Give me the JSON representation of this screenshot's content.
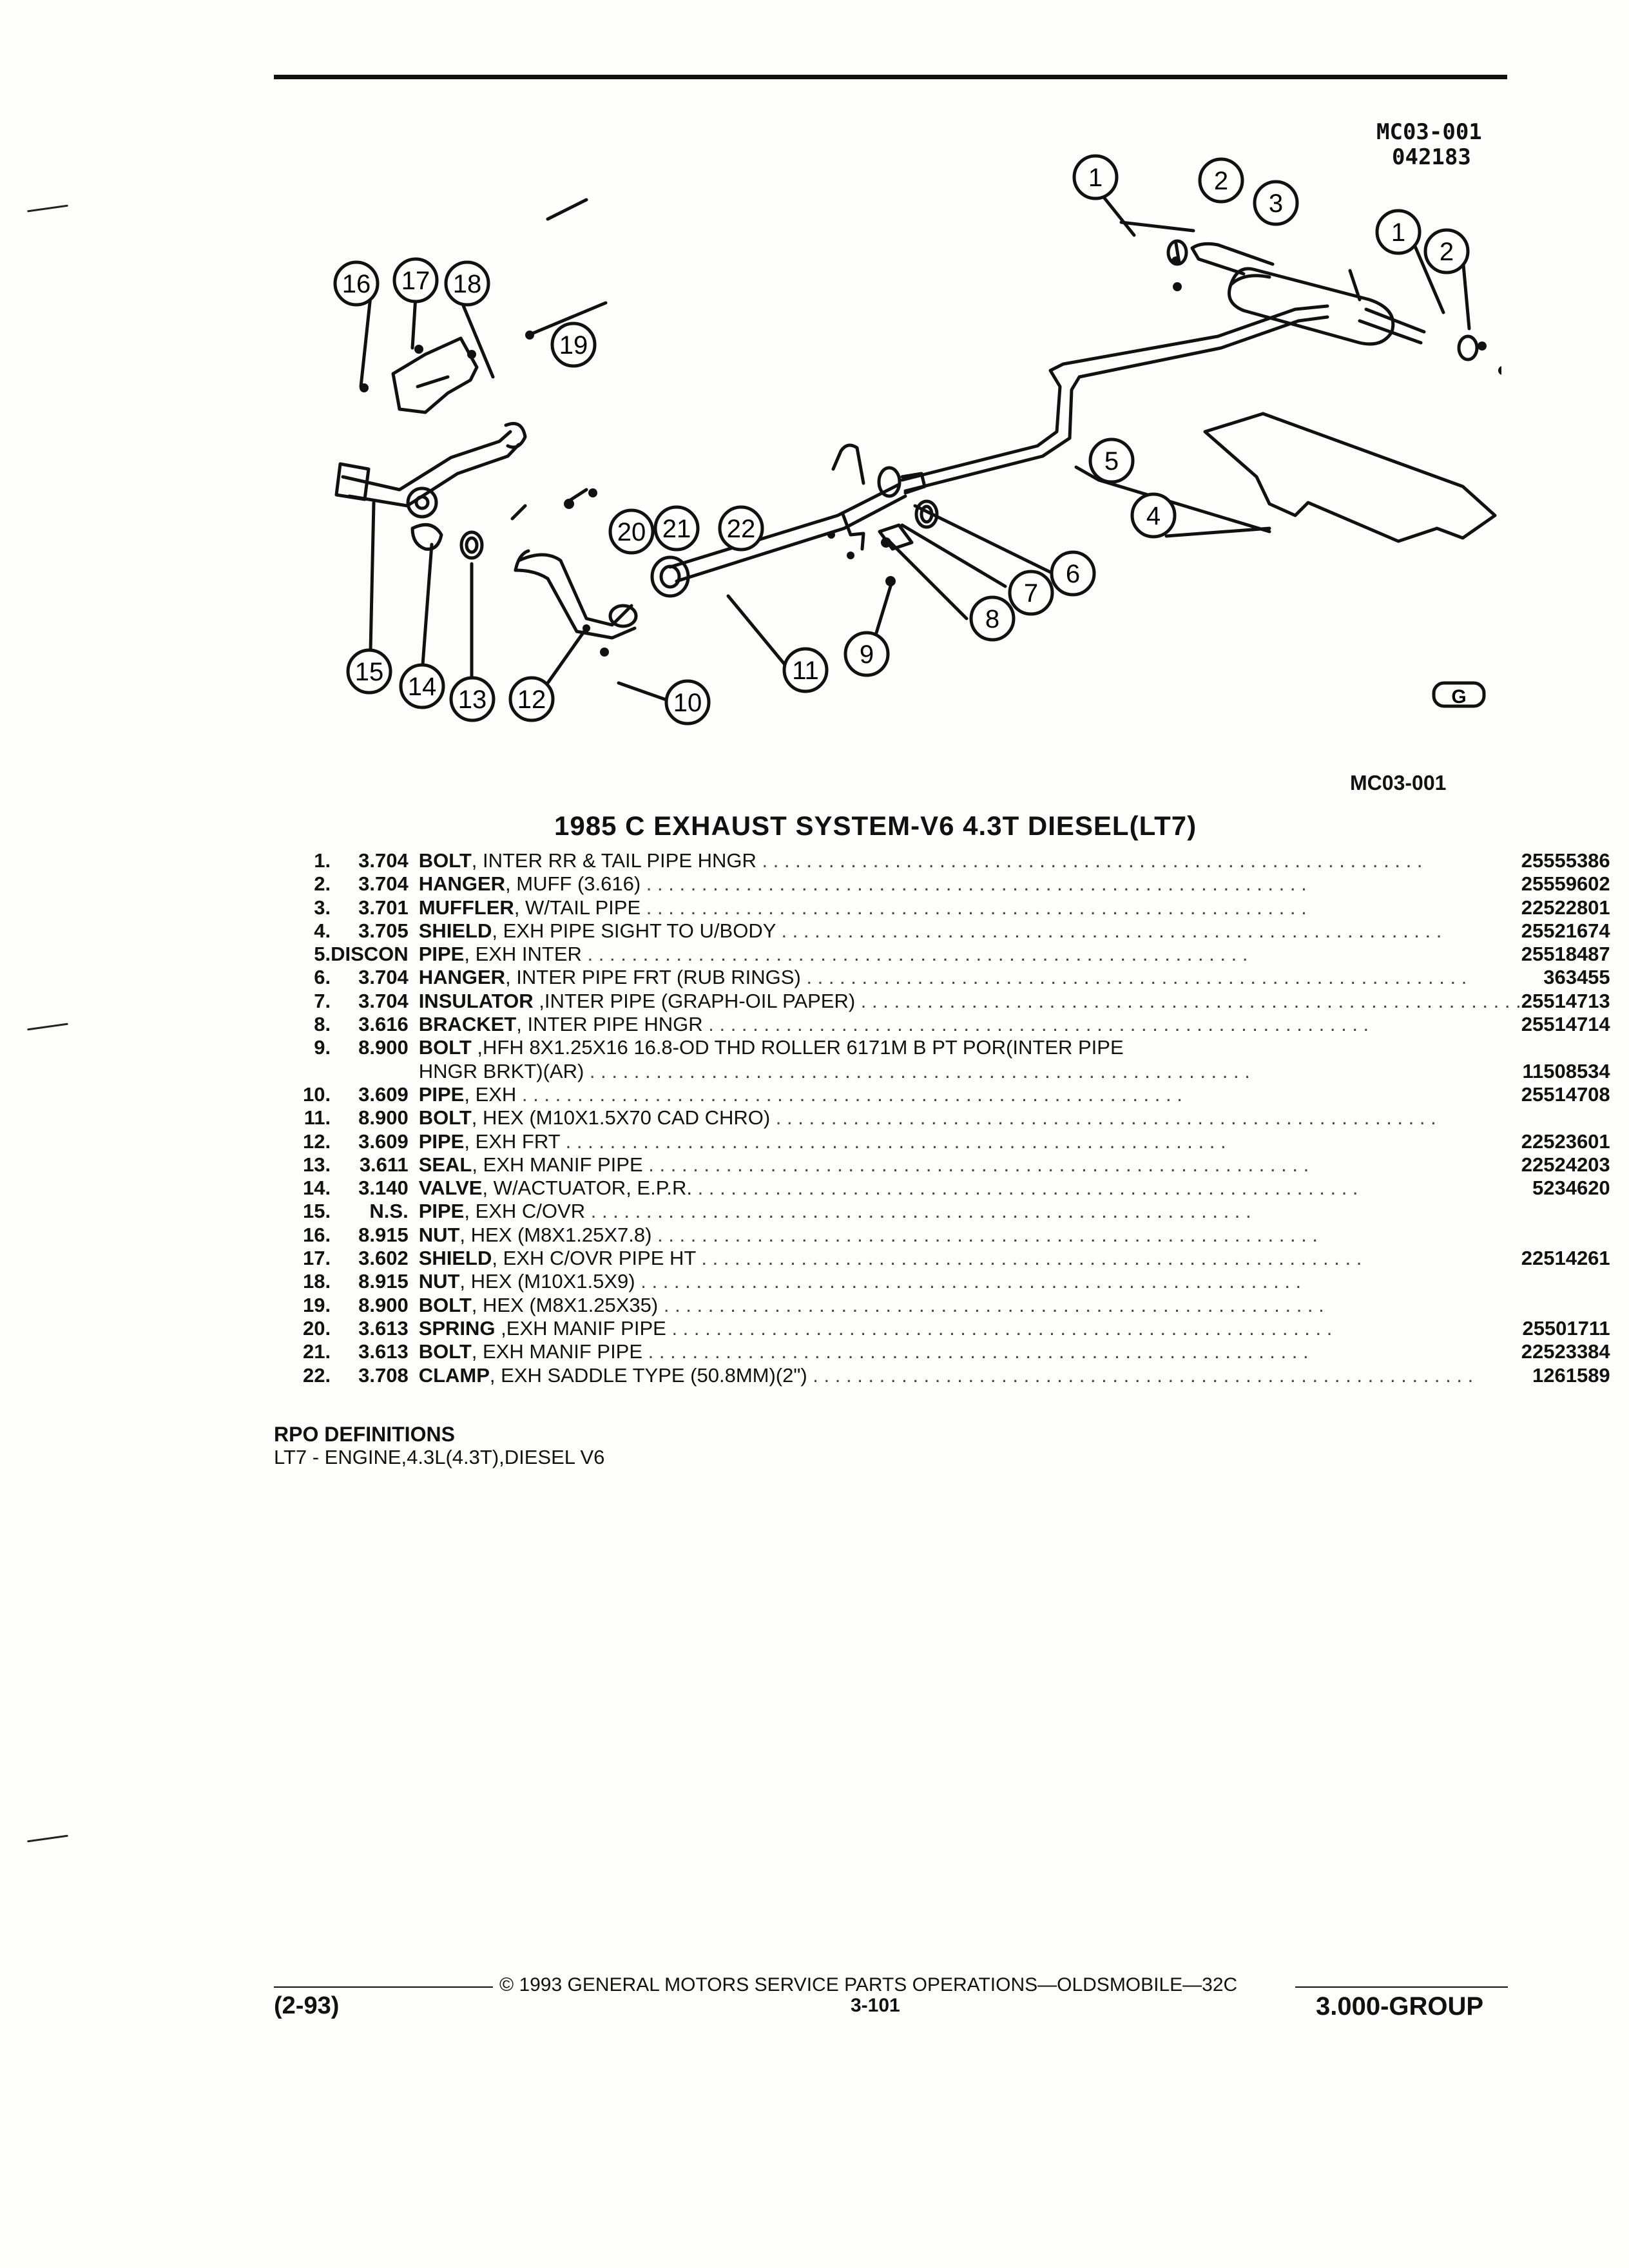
{
  "header": {
    "figure_code": "MC03-001",
    "date_code": "042183"
  },
  "diagram": {
    "callouts": [
      "1",
      "2",
      "3",
      "1",
      "2",
      "16",
      "17",
      "18",
      "19",
      "20",
      "21",
      "22",
      "5",
      "4",
      "6",
      "7",
      "8",
      "9",
      "10",
      "11",
      "12",
      "13",
      "14",
      "15"
    ],
    "mark": "G",
    "caption": "MC03-001"
  },
  "title": "1985 C EXHAUST SYSTEM-V6 4.3T DIESEL(LT7)",
  "parts": [
    {
      "no": "1.",
      "group": "3.704",
      "name": "BOLT",
      "desc": ", INTER RR & TAIL PIPE HNGR",
      "pn": "25555386"
    },
    {
      "no": "2.",
      "group": "3.704",
      "name": "HANGER",
      "desc": ", MUFF (3.616)",
      "pn": "25559602"
    },
    {
      "no": "3.",
      "group": "3.701",
      "name": "MUFFLER",
      "desc": ", W/TAIL PIPE",
      "pn": "22522801"
    },
    {
      "no": "4.",
      "group": "3.705",
      "name": "SHIELD",
      "desc": ", EXH PIPE SIGHT TO U/BODY",
      "pn": "25521674"
    },
    {
      "no": "5.",
      "group": "DISCON",
      "name": "PIPE",
      "desc": ", EXH INTER",
      "pn": "25518487"
    },
    {
      "no": "6.",
      "group": "3.704",
      "name": "HANGER",
      "desc": ", INTER PIPE FRT (RUB RINGS)",
      "pn": "363455"
    },
    {
      "no": "7.",
      "group": "3.704",
      "name": "INSULATOR",
      "desc": " ,INTER PIPE (GRAPH-OIL PAPER)",
      "pn": "25514713"
    },
    {
      "no": "8.",
      "group": "3.616",
      "name": "BRACKET",
      "desc": ", INTER PIPE HNGR",
      "pn": "25514714"
    },
    {
      "no": "9.",
      "group": "8.900",
      "name": "BOLT",
      "desc": " ,HFH 8X1.25X16 16.8-OD THD ROLLER 6171M B PT POR(INTER PIPE",
      "pn": ""
    },
    {
      "no": "",
      "group": "",
      "name": "",
      "desc": "HNGR BRKT)(AR)",
      "pn": "11508534"
    },
    {
      "no": "10.",
      "group": "3.609",
      "name": "PIPE",
      "desc": ", EXH",
      "pn": "25514708"
    },
    {
      "no": "11.",
      "group": "8.900",
      "name": "BOLT",
      "desc": ", HEX (M10X1.5X70 CAD CHRO)",
      "pn": ""
    },
    {
      "no": "12.",
      "group": "3.609",
      "name": "PIPE",
      "desc": ", EXH FRT",
      "pn": "22523601"
    },
    {
      "no": "13.",
      "group": "3.611",
      "name": "SEAL",
      "desc": ", EXH MANIF PIPE",
      "pn": "22524203"
    },
    {
      "no": "14.",
      "group": "3.140",
      "name": "VALVE",
      "desc": ", W/ACTUATOR, E.P.R.",
      "pn": "5234620"
    },
    {
      "no": "15.",
      "group": "N.S.",
      "name": "PIPE",
      "desc": ", EXH C/OVR",
      "pn": ""
    },
    {
      "no": "16.",
      "group": "8.915",
      "name": "NUT",
      "desc": ", HEX (M8X1.25X7.8)",
      "pn": ""
    },
    {
      "no": "17.",
      "group": "3.602",
      "name": "SHIELD",
      "desc": ", EXH C/OVR PIPE HT",
      "pn": "22514261"
    },
    {
      "no": "18.",
      "group": "8.915",
      "name": "NUT",
      "desc": ", HEX (M10X1.5X9)",
      "pn": ""
    },
    {
      "no": "19.",
      "group": "8.900",
      "name": "BOLT",
      "desc": ", HEX (M8X1.25X35)",
      "pn": ""
    },
    {
      "no": "20.",
      "group": "3.613",
      "name": "SPRING",
      "desc": " ,EXH MANIF PIPE",
      "pn": "25501711"
    },
    {
      "no": "21.",
      "group": "3.613",
      "name": "BOLT",
      "desc": ", EXH MANIF PIPE",
      "pn": "22523384"
    },
    {
      "no": "22.",
      "group": "3.708",
      "name": "CLAMP",
      "desc": ", EXH SADDLE TYPE (50.8MM)(2\")",
      "pn": "1261589"
    }
  ],
  "rpo": {
    "heading": "RPO DEFINITIONS",
    "definition": "LT7 - ENGINE,4.3L(4.3T),DIESEL V6"
  },
  "footer": {
    "copyright": "© 1993 GENERAL MOTORS SERVICE PARTS OPERATIONS—OLDSMOBILE—32C",
    "revision": "(2-93)",
    "page": "3-101",
    "group": "3.000-GROUP"
  }
}
